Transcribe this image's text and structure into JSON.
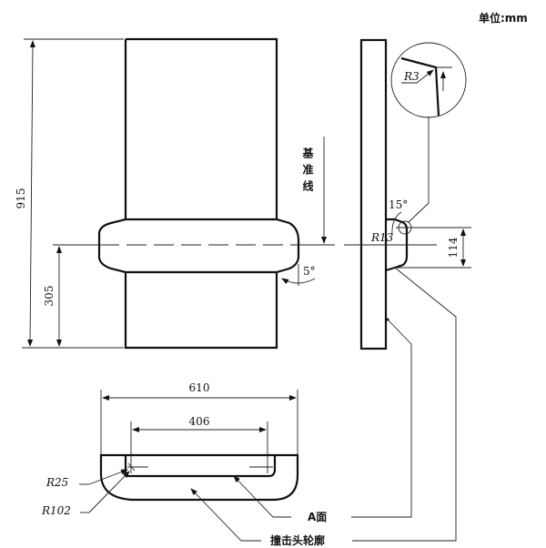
{
  "unit_label": "单位:mm",
  "front_view": {
    "dim_height_total": "915",
    "dim_height_lower": "305",
    "datum_label": "基准线",
    "angle_label": "5°"
  },
  "side_view": {
    "detail_radius": "R3",
    "angle_label": "15°",
    "radius_label": "R13",
    "dim_face_height": "114"
  },
  "bottom_view": {
    "dim_width_outer": "610",
    "dim_width_inner": "406",
    "radius_small": "R25",
    "radius_large": "R102"
  },
  "callouts": {
    "face_a": "A面",
    "impactor_outline": "撞击头轮廓"
  }
}
